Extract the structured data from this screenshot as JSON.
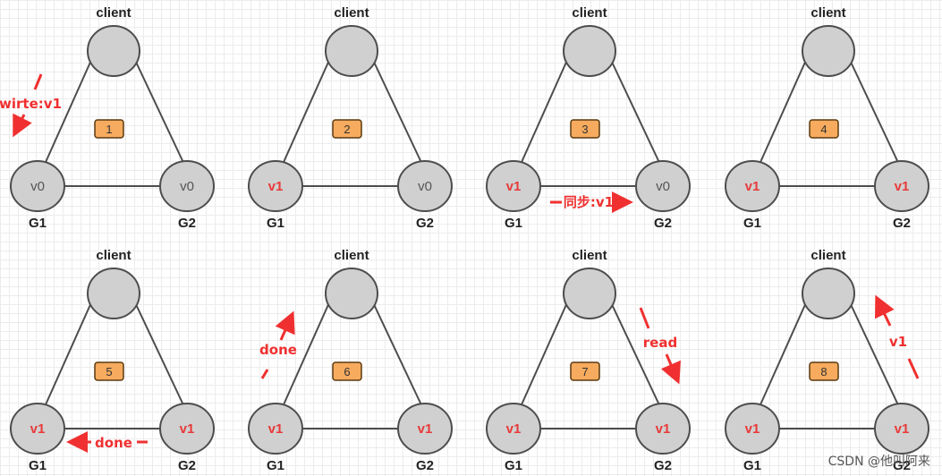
{
  "labels": {
    "client": "client",
    "g1": "G1",
    "g2": "G2"
  },
  "colors": {
    "updated_text": "#e83a3a",
    "stale_text": "#555555",
    "annotation": "#f03030",
    "step_fill": "#f7ab5e"
  },
  "panels": [
    {
      "step": "1",
      "g1": "v0",
      "g2": "v0",
      "annotation": {
        "text": "wirte:v1",
        "kind": "write"
      }
    },
    {
      "step": "2",
      "g1": "v1",
      "g2": "v0",
      "annotation": null
    },
    {
      "step": "3",
      "g1": "v1",
      "g2": "v0",
      "annotation": {
        "text": "同步:v1",
        "kind": "sync"
      }
    },
    {
      "step": "4",
      "g1": "v1",
      "g2": "v1",
      "annotation": null
    },
    {
      "step": "5",
      "g1": "v1",
      "g2": "v1",
      "annotation": {
        "text": "done",
        "kind": "done-g2-g1"
      }
    },
    {
      "step": "6",
      "g1": "v1",
      "g2": "v1",
      "annotation": {
        "text": "done",
        "kind": "done-g1-client"
      }
    },
    {
      "step": "7",
      "g1": "v1",
      "g2": "v1",
      "annotation": {
        "text": "read",
        "kind": "read"
      }
    },
    {
      "step": "8",
      "g1": "v1",
      "g2": "v1",
      "annotation": {
        "text": "v1",
        "kind": "reply"
      }
    }
  ],
  "watermark": "CSDN @他叫阿来"
}
